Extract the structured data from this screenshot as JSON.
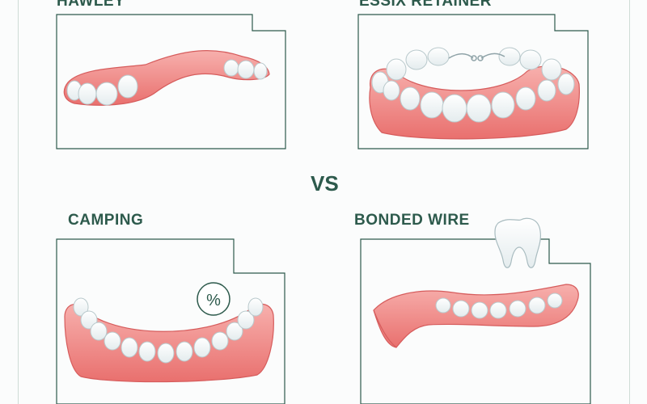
{
  "panels": {
    "hawley": {
      "label": "HAWLEY"
    },
    "essix": {
      "label": "ESSIX RETAINER"
    },
    "clamping": {
      "label": "CAMPING",
      "badge": "%"
    },
    "bonded": {
      "label": "BONDED WIRE"
    }
  },
  "divider": {
    "label": "VS"
  },
  "colors": {
    "accent": "#2d5a4c",
    "gum": "#ee7c7a",
    "gum_light": "#f7b4b1",
    "tooth": "#ffffff",
    "tooth_shadow": "#d9e4e6"
  }
}
